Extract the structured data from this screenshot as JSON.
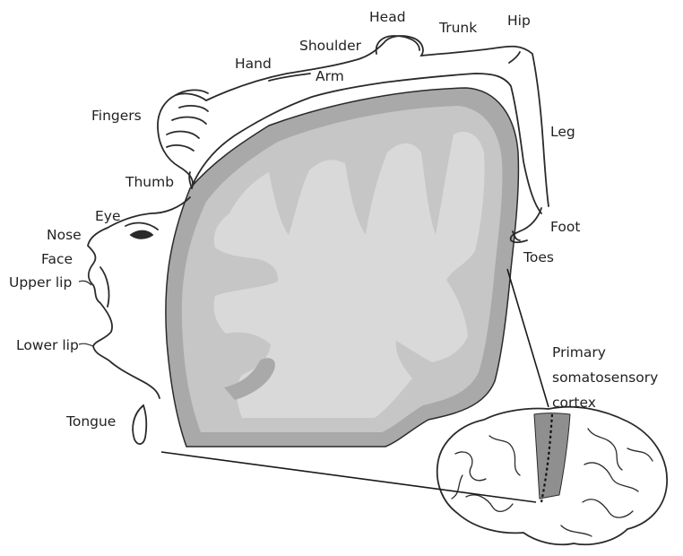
{
  "labels": {
    "head": "Head",
    "trunk": "Trunk",
    "hip": "Hip",
    "shoulder": "Shoulder",
    "hand": "Hand",
    "arm": "Arm",
    "fingers": "Fingers",
    "leg": "Leg",
    "thumb": "Thumb",
    "eye": "Eye",
    "nose": "Nose",
    "face": "Face",
    "upper_lip": "Upper lip",
    "foot": "Foot",
    "toes": "Toes",
    "lower_lip": "Lower lip",
    "tongue": "Tongue",
    "cortex_line1": "Primary",
    "cortex_line2": "somatosensory",
    "cortex_line3": "cortex"
  },
  "colors": {
    "outer_cortex": "#a9a9a9",
    "inner_cortex": "#c6c6c6",
    "white_matter": "#d9d9d9",
    "outline": "#2a2a2a",
    "highlight_strip": "#8f8f8f"
  }
}
